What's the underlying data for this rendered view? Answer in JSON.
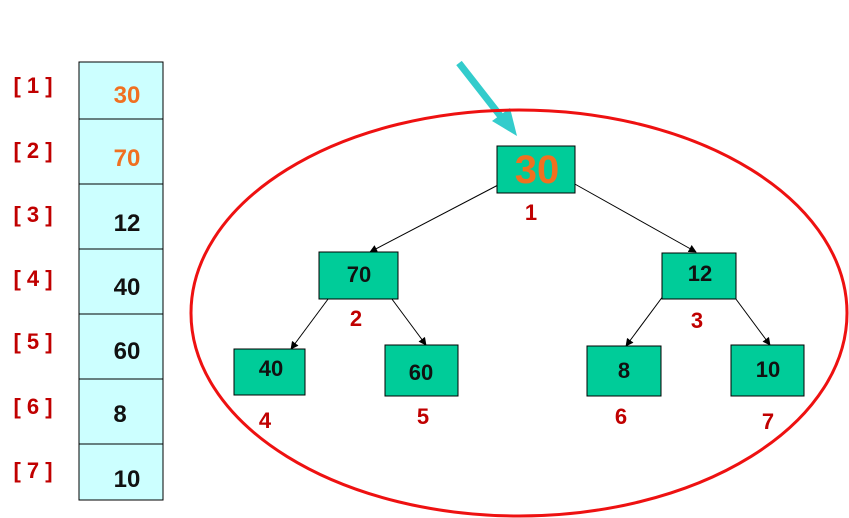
{
  "colors": {
    "index_red": "#c00000",
    "highlight_orange": "#f07020",
    "value_black": "#111111",
    "array_fill": "#ccffff",
    "node_fill": "#00cc99",
    "ellipse_red": "#ee1111",
    "arrow_cyan": "#33cccc"
  },
  "array": {
    "labels": [
      "[ 1 ]",
      "[ 2 ]",
      "[ 3 ]",
      "[ 4 ]",
      "[ 5 ]",
      "[ 6 ]",
      "[ 7 ]"
    ],
    "values": [
      "30",
      "70",
      "12",
      "40",
      "60",
      "8",
      "10"
    ],
    "highlighted": [
      true,
      true,
      false,
      false,
      false,
      false,
      false
    ]
  },
  "tree": {
    "nodes": [
      {
        "value": "30",
        "index": "1",
        "root": true
      },
      {
        "value": "70",
        "index": "2"
      },
      {
        "value": "12",
        "index": "3"
      },
      {
        "value": "40",
        "index": "4"
      },
      {
        "value": "60",
        "index": "5"
      },
      {
        "value": "8",
        "index": "6"
      },
      {
        "value": "10",
        "index": "7"
      }
    ]
  }
}
